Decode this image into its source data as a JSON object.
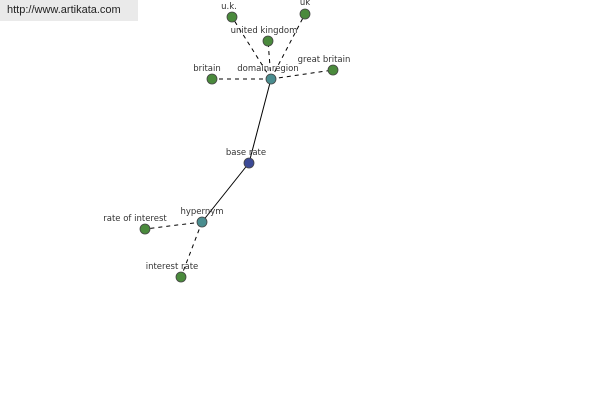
{
  "banner": {
    "url": "http://www.artikata.com"
  },
  "colors": {
    "central": "#3c4a96",
    "relation": "#4a8d8f",
    "term": "#4a8a3c"
  },
  "nodes": [
    {
      "id": "base-rate",
      "label": "base rate",
      "kind": "central"
    },
    {
      "id": "domain-region",
      "label": "domain region",
      "kind": "relation"
    },
    {
      "id": "hypernym",
      "label": "hypernym",
      "kind": "relation"
    },
    {
      "id": "uk-dots",
      "label": "u.k.",
      "kind": "term"
    },
    {
      "id": "uk",
      "label": "uk",
      "kind": "term"
    },
    {
      "id": "united-kingdom",
      "label": "united kingdom",
      "kind": "term"
    },
    {
      "id": "britain",
      "label": "britain",
      "kind": "term"
    },
    {
      "id": "great-britain",
      "label": "great britain",
      "kind": "term"
    },
    {
      "id": "rate-of-interest",
      "label": "rate of interest",
      "kind": "term"
    },
    {
      "id": "interest-rate",
      "label": "interest rate",
      "kind": "term"
    }
  ],
  "edges": [
    {
      "from": "base-rate",
      "to": "domain-region",
      "style": "solid"
    },
    {
      "from": "base-rate",
      "to": "hypernym",
      "style": "solid"
    },
    {
      "from": "domain-region",
      "to": "uk-dots",
      "style": "dashed"
    },
    {
      "from": "domain-region",
      "to": "uk",
      "style": "dashed"
    },
    {
      "from": "domain-region",
      "to": "united-kingdom",
      "style": "dashed"
    },
    {
      "from": "domain-region",
      "to": "britain",
      "style": "dashed"
    },
    {
      "from": "domain-region",
      "to": "great-britain",
      "style": "dashed"
    },
    {
      "from": "hypernym",
      "to": "rate-of-interest",
      "style": "dashed"
    },
    {
      "from": "hypernym",
      "to": "interest-rate",
      "style": "dashed"
    }
  ]
}
